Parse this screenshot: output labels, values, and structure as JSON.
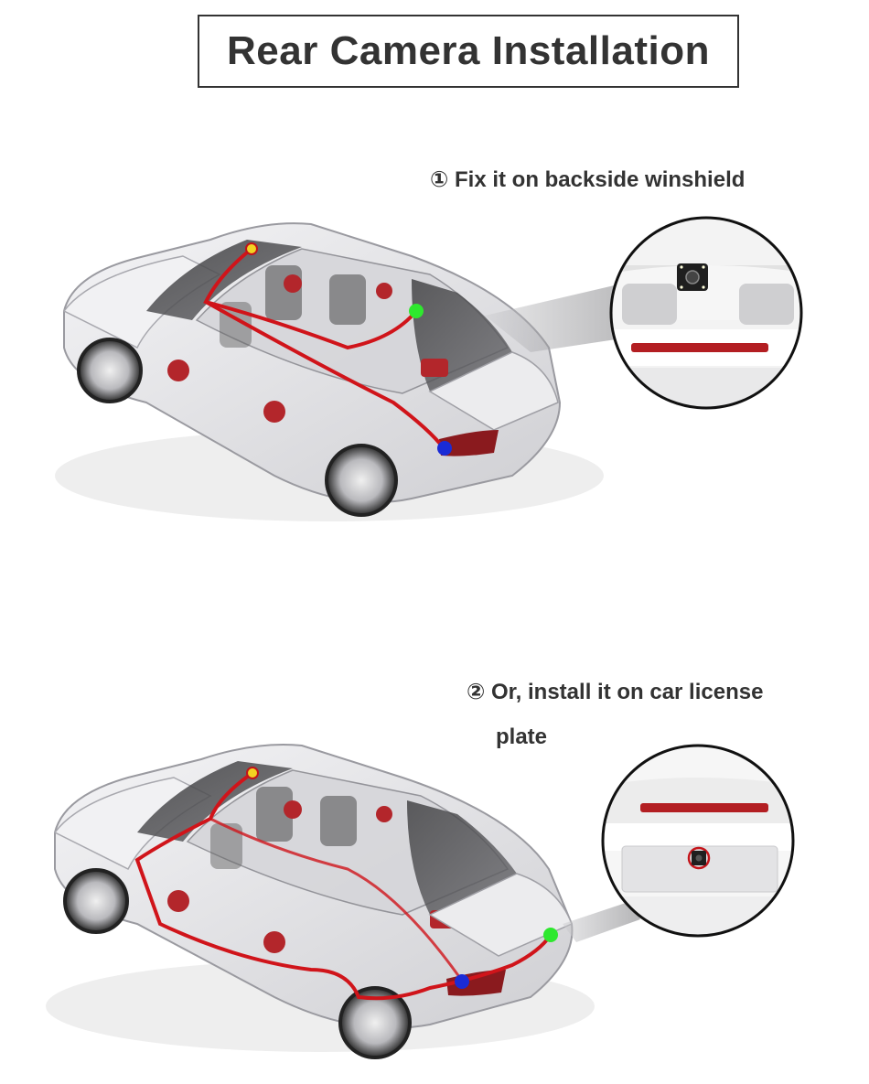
{
  "title": "Rear Camera Installation",
  "steps": [
    {
      "label": "① Fix it on backside winshield"
    },
    {
      "label_line1": "② Or, install it on car license",
      "label_line2": "plate"
    }
  ],
  "colors": {
    "wire": "#d0141a",
    "marker_yellow": "#f3d321",
    "marker_green": "#2ee82e",
    "marker_blue": "#1a2bd6",
    "car_body": "#e7e7e9",
    "text": "#333333"
  }
}
